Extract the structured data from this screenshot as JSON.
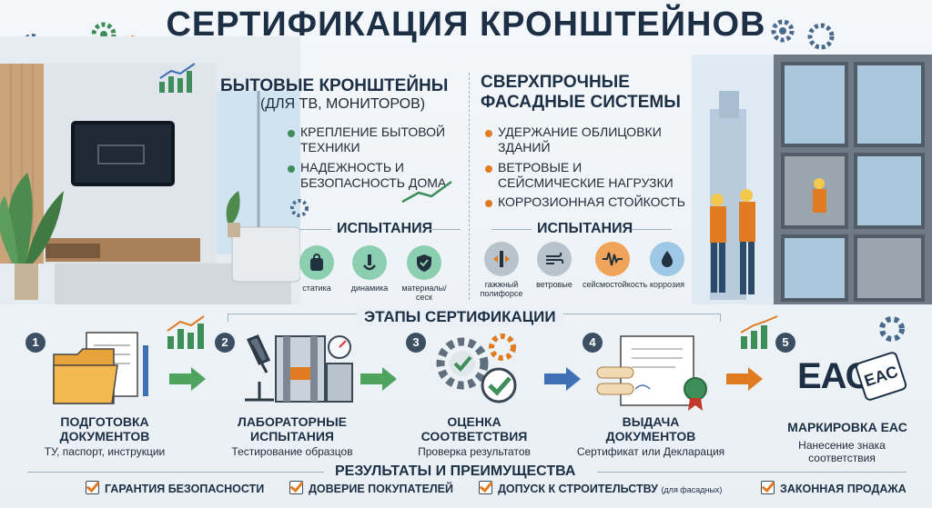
{
  "title": "СЕРТИФИКАЦИЯ КРОНШТЕЙНОВ",
  "household": {
    "title": "БЫТОВЫЕ КРОНШТЕЙНЫ",
    "subtitle": "(ДЛЯ ТВ, МОНИТОРОВ)",
    "bullets": [
      "КРЕПЛЕНИЕ БЫТОВОЙ ТЕХНИКИ",
      "НАДЕЖНОСТЬ И БЕЗОПАСНОСТЬ ДОМА"
    ],
    "tests_label": "ИСПЫТАНИЯ",
    "tests": [
      "статика",
      "динамика",
      "материалы/сеск"
    ]
  },
  "facade": {
    "title_line1": "СВЕРХПРОЧНЫЕ",
    "title_line2": "ФАСАДНЫЕ СИСТЕМЫ",
    "bullets": [
      "УДЕРЖАНИЕ ОБЛИЦОВКИ ЗДАНИЙ",
      "ВЕТРОВЫЕ И СЕЙСМИЧЕСКИЕ НАГРУЗКИ",
      "КОРРОЗИОННАЯ СТОЙКОСТЬ"
    ],
    "tests_label": "ИСПЫТАНИЯ",
    "tests": [
      "гажжный полифорсе",
      "ветровые",
      "сейсмостойкость",
      "коррозия"
    ]
  },
  "stages": {
    "label": "ЭТАПЫ СЕРТИФИКАЦИИ",
    "items": [
      {
        "num": "1",
        "title": "ПОДГОТОВКА ДОКУМЕНТОВ",
        "desc": "ТУ, паспорт, инструкции"
      },
      {
        "num": "2",
        "title": "ЛАБОРАТОРНЫЕ ИСПЫТАНИЯ",
        "desc": "Тестирование образцов"
      },
      {
        "num": "3",
        "title": "ОЦЕНКА СООТВЕТСТВИЯ",
        "desc": "Проверка результатов"
      },
      {
        "num": "4",
        "title": "ВЫДАЧА ДОКУМЕНТОВ",
        "desc": "Сертификат или Декларация"
      },
      {
        "num": "5",
        "title": "МАРКИРОВКА ЕАС",
        "desc": "Нанесение знака соответствия"
      }
    ]
  },
  "eac_mark": "ЕАС",
  "results": {
    "label": "РЕЗУЛЬТАТЫ И ПРЕИМУЩЕСТВА",
    "items": [
      "ГАРАНТИЯ БЕЗОПАСНОСТИ",
      "ДОВЕРИЕ ПОКУПАТЕЛЕЙ",
      "ДОПУСК К СТРОИТЕЛЬСТВУ",
      "ЗАКОННАЯ ПРОДАЖА"
    ],
    "note": "(для фасадных)"
  },
  "colors": {
    "title": "#1c2f45",
    "green": "#3e8e5a",
    "orange": "#e07b22",
    "blue": "#3f6fb5",
    "slate": "#3d4f63"
  }
}
